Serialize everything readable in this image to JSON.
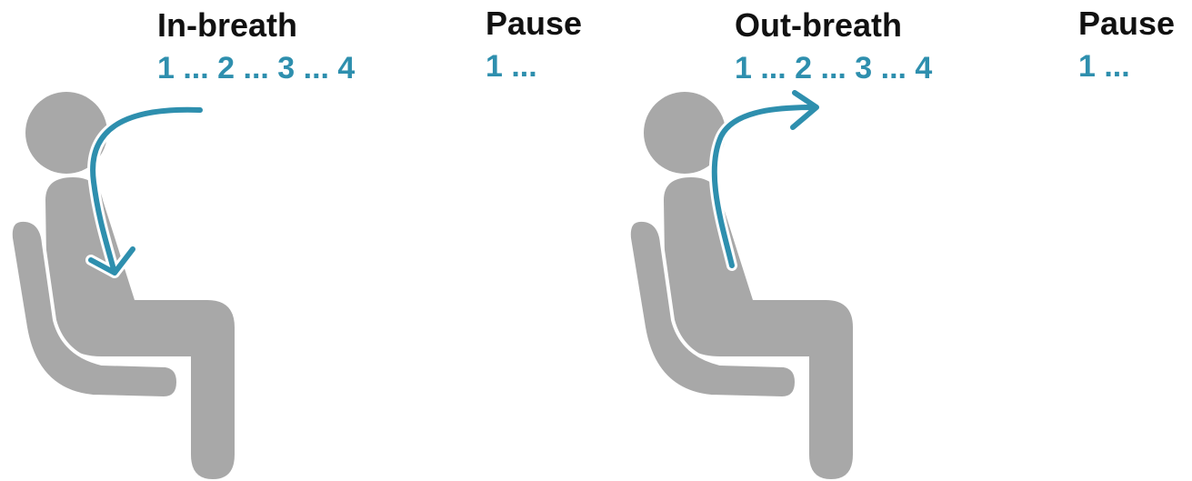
{
  "colors": {
    "figure": "#a8a8a8",
    "accent": "#2e8fae",
    "text": "#111111"
  },
  "phases": [
    {
      "label": "In-breath",
      "count": "1 ... 2 ... 3 ... 4"
    },
    {
      "label": "Pause",
      "count": "1 ..."
    },
    {
      "label": "Out-breath",
      "count": "1 ... 2 ... 3 ... 4"
    },
    {
      "label": "Pause",
      "count": "1 ..."
    }
  ],
  "icons": [
    "seated-person-icon",
    "inhale-arrow-icon",
    "exhale-arrow-icon"
  ]
}
